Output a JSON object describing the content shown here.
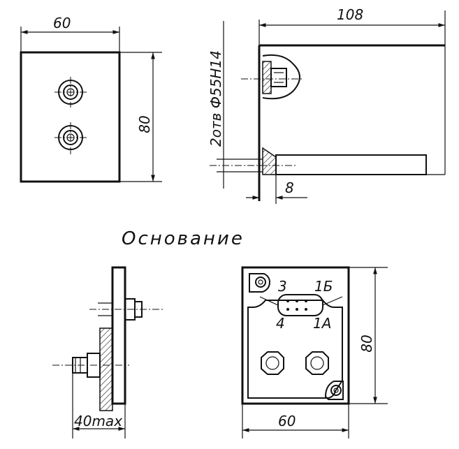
{
  "title": "Основание",
  "views": {
    "front_top": {
      "width_dim": "60",
      "height_dim": "80"
    },
    "side_top": {
      "length_dim": "108",
      "holes_note": "2отв Ф55Н14",
      "thickness_dim": "8"
    },
    "side_bottom": {
      "depth_dim": "40max"
    },
    "plan_bottom": {
      "width_dim": "60",
      "height_dim": "80",
      "terminal_labels": [
        "3",
        "1Б",
        "4",
        "1А"
      ]
    }
  }
}
